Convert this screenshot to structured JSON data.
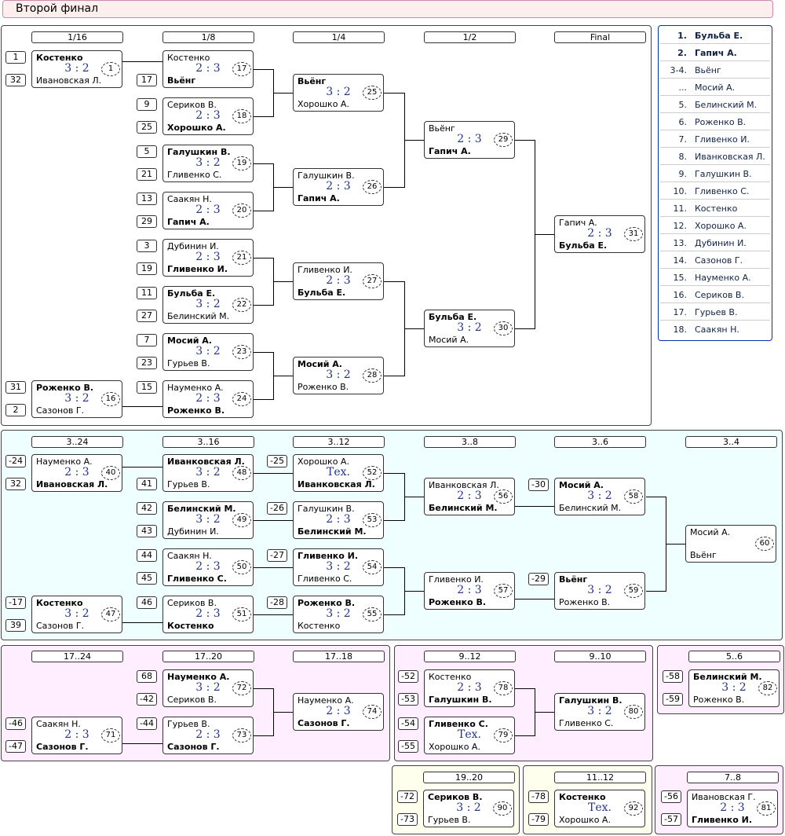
{
  "title": "Второй финал",
  "rounds": {
    "r16": "1/16",
    "r8": "1/8",
    "r4": "1/4",
    "r2": "1/2",
    "rf": "Final",
    "c24": "3..24",
    "c16": "3..16",
    "c12": "3..12",
    "c8": "3..8",
    "c6": "3..6",
    "c4": "3..4",
    "p24": "17..24",
    "p20": "17..20",
    "p18": "17..18",
    "p12": "9..12",
    "p10": "9..10",
    "p6": "5..6",
    "p2019": "19..20",
    "p1112": "11..12",
    "p78": "7..8"
  },
  "standings": [
    {
      "place": "1.",
      "name": "Бульба Е."
    },
    {
      "place": "2.",
      "name": "Гапич А."
    },
    {
      "place": "3-4.",
      "name": "Вьёнг"
    },
    {
      "place": "...",
      "name": "Мосий А."
    },
    {
      "place": "5.",
      "name": "Белинский М."
    },
    {
      "place": "6.",
      "name": "Роженко В."
    },
    {
      "place": "7.",
      "name": "Гливенко И."
    },
    {
      "place": "8.",
      "name": "Иванковская Л."
    },
    {
      "place": "9.",
      "name": "Галушкин В."
    },
    {
      "place": "10.",
      "name": "Гливенко С."
    },
    {
      "place": "11.",
      "name": "Костенко"
    },
    {
      "place": "12.",
      "name": "Хорошко А."
    },
    {
      "place": "13.",
      "name": "Дубинин И."
    },
    {
      "place": "14.",
      "name": "Сазонов Г."
    },
    {
      "place": "15.",
      "name": "Науменко А."
    },
    {
      "place": "16.",
      "name": "Сериков В."
    },
    {
      "place": "17.",
      "name": "Гурьев В."
    },
    {
      "place": "18.",
      "name": "Саакян Н."
    }
  ],
  "matches": [
    {
      "n": "1",
      "a": "Костенко",
      "b": "Ивановская Л.",
      "s": "3 : 2",
      "w": "a",
      "sa": "1",
      "sb": "32"
    },
    {
      "n": "16",
      "a": "Роженко В.",
      "b": "Сазонов Г.",
      "s": "3 : 2",
      "w": "a",
      "sa": "31",
      "sb": "2"
    },
    {
      "n": "17",
      "a": "Костенко",
      "b": "Вьёнг",
      "s": "2 : 3",
      "w": "b",
      "sb": "17"
    },
    {
      "n": "18",
      "a": "Сериков В.",
      "b": "Хорошко А.",
      "s": "2 : 3",
      "w": "b",
      "sa": "9",
      "sb": "25"
    },
    {
      "n": "19",
      "a": "Галушкин В.",
      "b": "Гливенко С.",
      "s": "3 : 2",
      "w": "a",
      "sa": "5",
      "sb": "21"
    },
    {
      "n": "20",
      "a": "Саакян Н.",
      "b": "Гапич А.",
      "s": "2 : 3",
      "w": "b",
      "sa": "13",
      "sb": "29"
    },
    {
      "n": "21",
      "a": "Дубинин И.",
      "b": "Гливенко И.",
      "s": "2 : 3",
      "w": "b",
      "sa": "3",
      "sb": "19"
    },
    {
      "n": "22",
      "a": "Бульба Е.",
      "b": "Белинский М.",
      "s": "3 : 2",
      "w": "a",
      "sa": "11",
      "sb": "27"
    },
    {
      "n": "23",
      "a": "Мосий А.",
      "b": "Гурьев В.",
      "s": "3 : 2",
      "w": "a",
      "sa": "7",
      "sb": "23"
    },
    {
      "n": "24",
      "a": "Науменко А.",
      "b": "Роженко В.",
      "s": "2 : 3",
      "w": "b",
      "sa": "15"
    },
    {
      "n": "25",
      "a": "Вьёнг",
      "b": "Хорошко А.",
      "s": "3 : 2",
      "w": "a"
    },
    {
      "n": "26",
      "a": "Галушкин В.",
      "b": "Гапич А.",
      "s": "2 : 3",
      "w": "b"
    },
    {
      "n": "27",
      "a": "Гливенко И.",
      "b": "Бульба Е.",
      "s": "2 : 3",
      "w": "b"
    },
    {
      "n": "28",
      "a": "Мосий А.",
      "b": "Роженко В.",
      "s": "3 : 2",
      "w": "a"
    },
    {
      "n": "29",
      "a": "Вьёнг",
      "b": "Гапич А.",
      "s": "2 : 3",
      "w": "b"
    },
    {
      "n": "30",
      "a": "Бульба Е.",
      "b": "Мосий А.",
      "s": "3 : 2",
      "w": "a"
    },
    {
      "n": "31",
      "a": "Гапич А.",
      "b": "Бульба Е.",
      "s": "2 : 3",
      "w": "b"
    },
    {
      "n": "40",
      "a": "Науменко А.",
      "b": "Ивановская Л.",
      "s": "2 : 3",
      "w": "b",
      "sa": "-24",
      "sb": "32"
    },
    {
      "n": "47",
      "a": "Костенко",
      "b": "Сазонов Г.",
      "s": "3 : 2",
      "w": "a",
      "sa": "-17",
      "sb": "39"
    },
    {
      "n": "48",
      "a": "Иванковская Л.",
      "b": "Гурьев В.",
      "s": "3 : 2",
      "w": "a",
      "sb": "41"
    },
    {
      "n": "49",
      "a": "Белинский М.",
      "b": "Дубинин И.",
      "s": "3 : 2",
      "w": "a",
      "sa": "42",
      "sb": "43"
    },
    {
      "n": "50",
      "a": "Саакян Н.",
      "b": "Гливенко С.",
      "s": "2 : 3",
      "w": "b",
      "sa": "44",
      "sb": "45"
    },
    {
      "n": "51",
      "a": "Сериков В.",
      "b": "Костенко",
      "s": "2 : 3",
      "w": "b",
      "sa": "46"
    },
    {
      "n": "52",
      "a": "Хорошко А.",
      "b": "Иванковская Л.",
      "s": "Тех.",
      "w": "b",
      "sa": "-25"
    },
    {
      "n": "53",
      "a": "Галушкин В.",
      "b": "Белинский М.",
      "s": "2 : 3",
      "w": "b",
      "sa": "-26"
    },
    {
      "n": "54",
      "a": "Гливенко И.",
      "b": "Гливенко С.",
      "s": "3 : 2",
      "w": "a",
      "sa": "-27"
    },
    {
      "n": "55",
      "a": "Роженко В.",
      "b": "Костенко",
      "s": "3 : 2",
      "w": "a",
      "sa": "-28"
    },
    {
      "n": "56",
      "a": "Иванковская Л.",
      "b": "Белинский М.",
      "s": "2 : 3",
      "w": "b"
    },
    {
      "n": "57",
      "a": "Гливенко И.",
      "b": "Роженко В.",
      "s": "2 : 3",
      "w": "b"
    },
    {
      "n": "58",
      "a": "Мосий А.",
      "b": "Белинский М.",
      "s": "3 : 2",
      "w": "a",
      "sa": "-30"
    },
    {
      "n": "59",
      "a": "Вьёнг",
      "b": "Роженко В.",
      "s": "3 : 2",
      "w": "a",
      "sa": "-29"
    },
    {
      "n": "60",
      "a": "Мосий А.",
      "b": "Вьёнг",
      "s": "",
      "w": ""
    },
    {
      "n": "71",
      "a": "Саакян Н.",
      "b": "Сазонов Г.",
      "s": "2 : 3",
      "w": "b",
      "sa": "-46",
      "sb": "-47"
    },
    {
      "n": "72",
      "a": "Науменко А.",
      "b": "Сериков В.",
      "s": "3 : 2",
      "w": "a",
      "sa": "68",
      "sb": "-42"
    },
    {
      "n": "73",
      "a": "Гурьев В.",
      "b": "Сазонов Г.",
      "s": "2 : 3",
      "w": "b",
      "sa": "-44"
    },
    {
      "n": "74",
      "a": "Науменко А.",
      "b": "Сазонов Г.",
      "s": "2 : 3",
      "w": "b"
    },
    {
      "n": "78",
      "a": "Костенко",
      "b": "Галушкин В.",
      "s": "2 : 3",
      "w": "b",
      "sa": "-52",
      "sb": "-53"
    },
    {
      "n": "79",
      "a": "Гливенко С.",
      "b": "Хорошко А.",
      "s": "Тех.",
      "w": "a",
      "sa": "-54",
      "sb": "-55"
    },
    {
      "n": "80",
      "a": "Галушкин В.",
      "b": "Гливенко С.",
      "s": "3 : 2",
      "w": "a"
    },
    {
      "n": "82",
      "a": "Белинский М.",
      "b": "Роженко В.",
      "s": "3 : 2",
      "w": "a",
      "sa": "-58",
      "sb": "-59"
    },
    {
      "n": "90",
      "a": "Сериков В.",
      "b": "Гурьев В.",
      "s": "3 : 2",
      "w": "a",
      "sa": "-72",
      "sb": "-73"
    },
    {
      "n": "92",
      "a": "Костенко",
      "b": "Хорошко А.",
      "s": "Тех.",
      "w": "a",
      "sa": "-78",
      "sb": "-79"
    },
    {
      "n": "81",
      "a": "Ивановская Г.",
      "b": "Гливенко И.",
      "s": "2 : 3",
      "w": "b",
      "sa": "-56",
      "sb": "-57"
    }
  ]
}
